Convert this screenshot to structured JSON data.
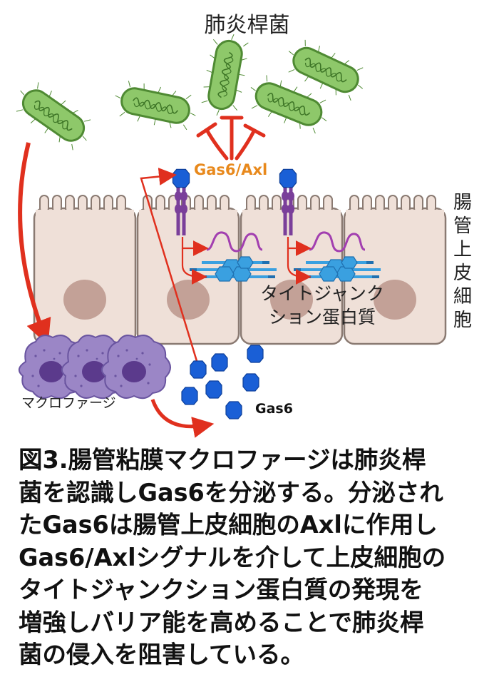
{
  "figure": {
    "bacteria_label": "肺炎桿菌",
    "gas6_axl_label": "Gas6/Axl",
    "epithelium_label": "腸管上皮細胞",
    "tight_junction_label_line1": "タイトジャンク",
    "tight_junction_label_line2": "ション蛋白質",
    "macrophage_label": "マクロファージ",
    "gas6_label": "Gas6"
  },
  "caption": {
    "lines": [
      "図3.腸管粘膜マクロファージは肺炎桿",
      "菌を認識しGas6を分泌する。分泌され",
      "たGas6は腸管上皮細胞のAxlに作用し",
      "Gas6/Axlシグナルを介して上皮細胞の",
      "タイトジャンクション蛋白質の発現を",
      "増強しバリア能を高めることで肺炎桿",
      "菌の侵入を阻害している。"
    ]
  },
  "colors": {
    "bacterium_fill": "#8ec86a",
    "bacterium_edge": "#4f8a33",
    "cell_fill": "#efe0d8",
    "cell_edge": "#8a7a72",
    "nucleus": "#c3a197",
    "arrow_red": "#e0301e",
    "gas6_blue": "#1a5fd6",
    "receptor_purple": "#7a3f9a",
    "tight_junction_blue": "#3aa0e0",
    "macrophage_fill": "#9b86c6",
    "macrophage_nucleus": "#6a4a9a",
    "label_orange": "#e8891c"
  }
}
